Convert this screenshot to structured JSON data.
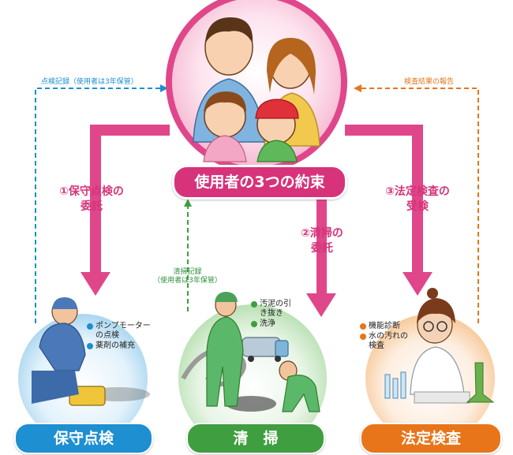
{
  "center": {
    "label": "使用者の3つの約束"
  },
  "left_note": "点検記録（使用者は3年保管）",
  "right_note": "検査結果の報告",
  "center_note": [
    "清掃記録",
    "（使用者は3年保管）"
  ],
  "steps": [
    {
      "lines": [
        "①保守点検の",
        "委託"
      ]
    },
    {
      "lines": [
        "②清掃の",
        "委託"
      ]
    },
    {
      "lines": [
        "③法定検査の",
        "受検"
      ]
    }
  ],
  "sections": [
    {
      "title": "保守点検",
      "color": "#1e8fd0",
      "bullets": [
        "ポンプモーターの点検",
        "薬剤の補充"
      ]
    },
    {
      "title": "清　掃",
      "color": "#3f9e3f",
      "bullets": [
        "汚泥の引き抜き",
        "洗浄"
      ]
    },
    {
      "title": "法定検査",
      "color": "#e8751a",
      "bullets": [
        "機能診断",
        "水の汚れの検査"
      ]
    }
  ],
  "colors": {
    "pink": "#d6337a",
    "blue": "#1e8fd0",
    "green": "#3f9e3f",
    "orange": "#e8751a"
  }
}
